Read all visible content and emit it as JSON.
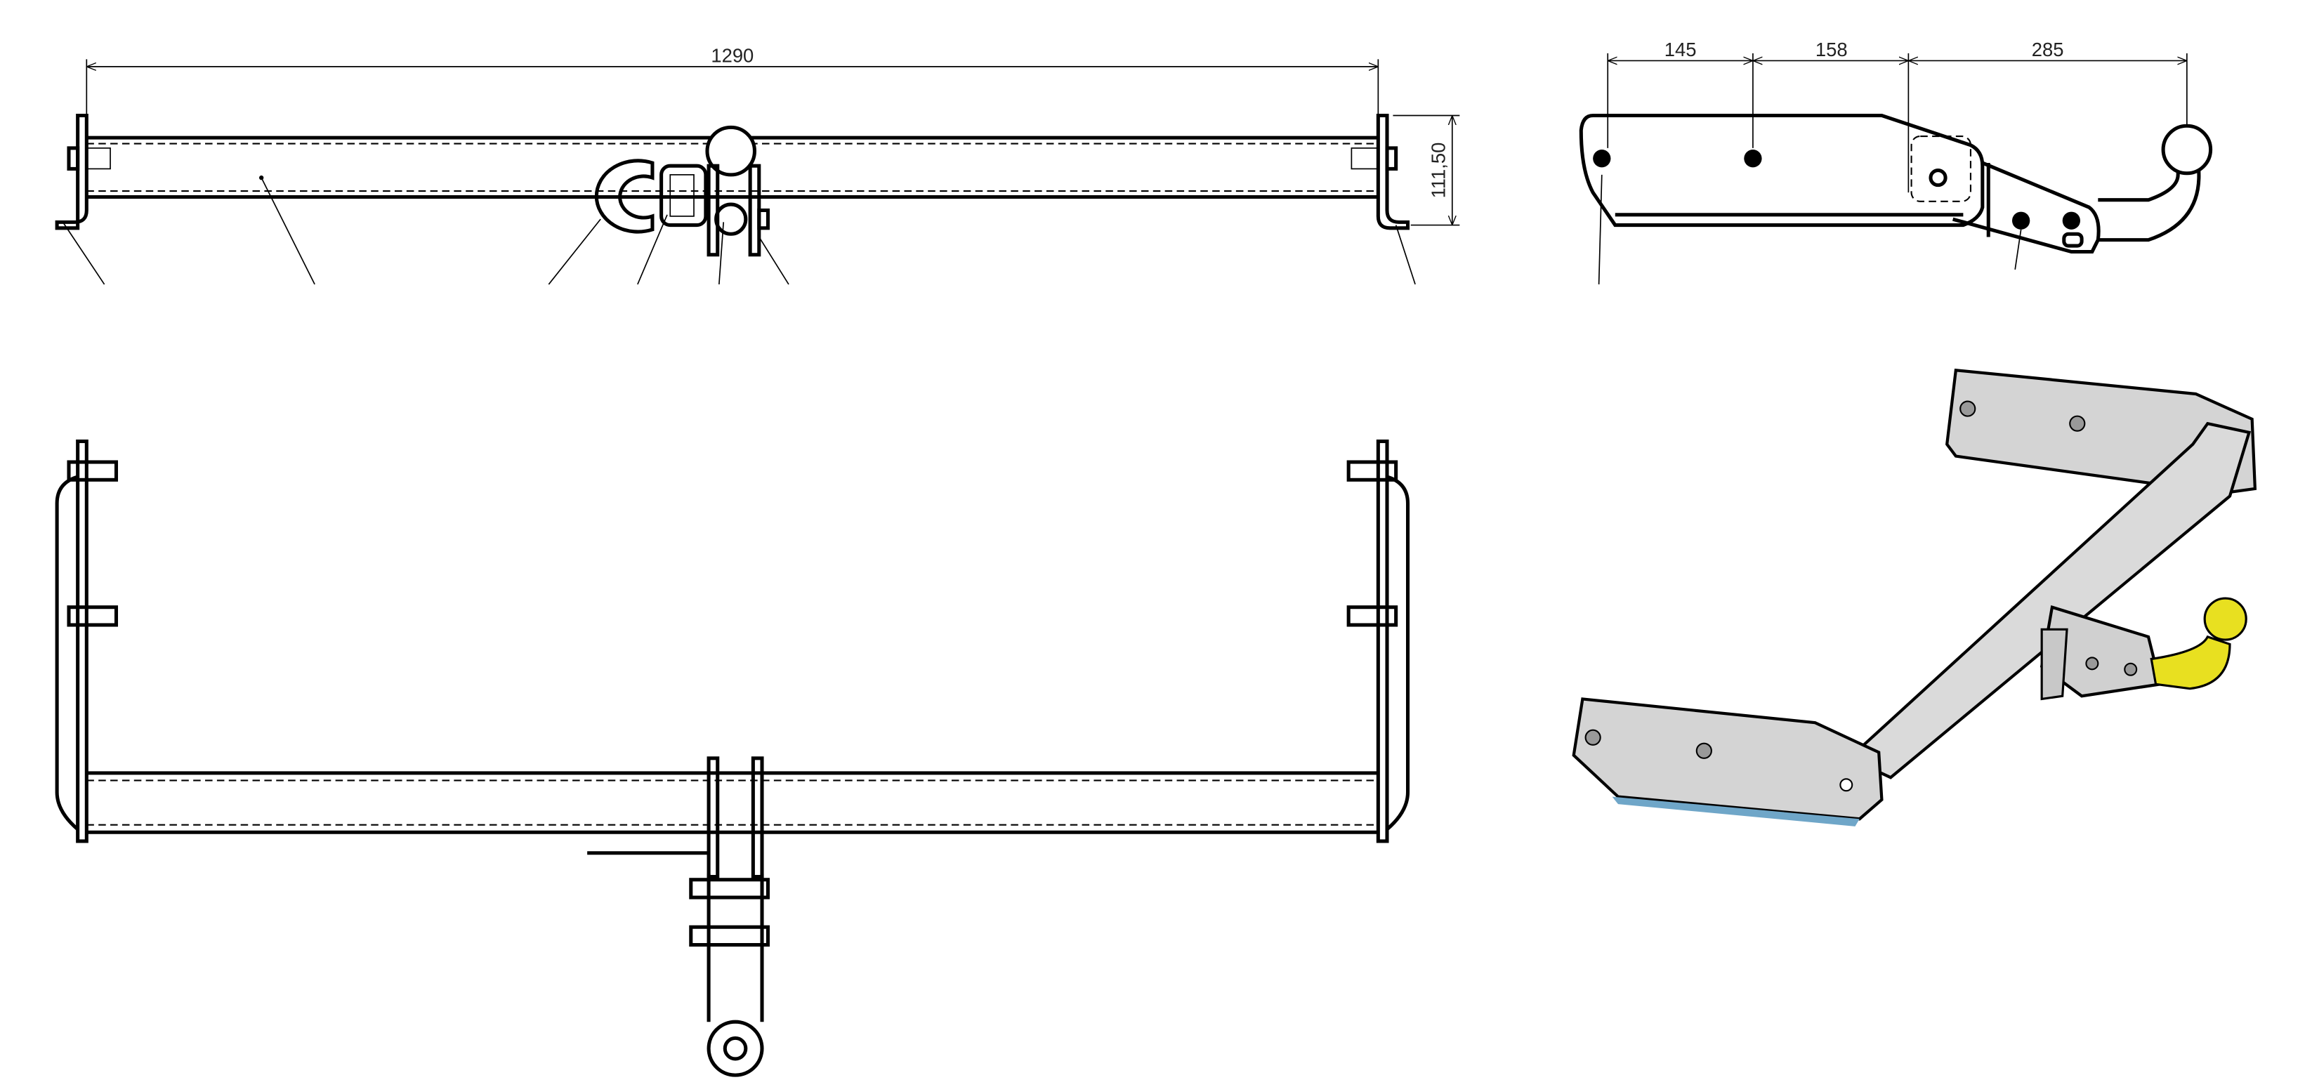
{
  "drawing": {
    "front_view": {
      "overall_width_label": "1290",
      "height_label": "111,50"
    },
    "side_view": {
      "dimension_labels": [
        "145",
        "158",
        "285"
      ]
    },
    "colors": {
      "line": "#000000",
      "part_fill": "#d4d4d4",
      "ball_fill": "#e8e020"
    }
  }
}
